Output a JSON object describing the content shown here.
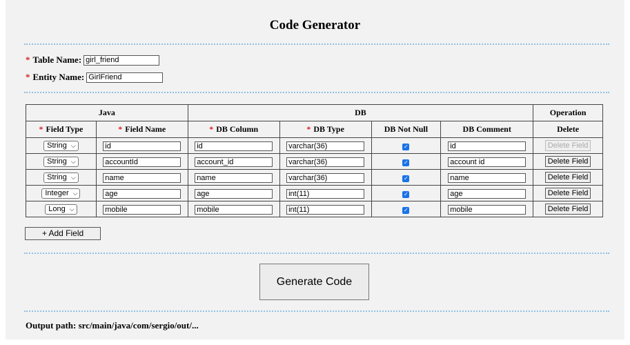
{
  "title": "Code Generator",
  "table_name": {
    "label": "Table Name:",
    "value": "girl_friend"
  },
  "entity_name": {
    "label": "Entity Name:",
    "value": "GirlFriend"
  },
  "required_mark": "*",
  "groups": {
    "java": "Java",
    "db": "DB",
    "operation": "Operation"
  },
  "columns": {
    "field_type": "Field Type",
    "field_name": "Field Name",
    "db_column": "DB Column",
    "db_type": "DB Type",
    "db_not_null": "DB Not Null",
    "db_comment": "DB Comment",
    "delete": "Delete"
  },
  "rows": [
    {
      "type": "String",
      "name": "id",
      "column": "id",
      "db_type": "varchar(36)",
      "not_null": true,
      "comment": "id",
      "delete_label": "Delete Field",
      "delete_disabled": true
    },
    {
      "type": "String",
      "name": "accountId",
      "column": "account_id",
      "db_type": "varchar(36)",
      "not_null": true,
      "comment": "account id",
      "delete_label": "Delete Field",
      "delete_disabled": false
    },
    {
      "type": "String",
      "name": "name",
      "column": "name",
      "db_type": "varchar(36)",
      "not_null": true,
      "comment": "name",
      "delete_label": "Delete Field",
      "delete_disabled": false
    },
    {
      "type": "Integer",
      "name": "age",
      "column": "age",
      "db_type": "int(11)",
      "not_null": true,
      "comment": "age",
      "delete_label": "Delete Field",
      "delete_disabled": false
    },
    {
      "type": "Long",
      "name": "mobile",
      "column": "mobile",
      "db_type": "int(11)",
      "not_null": true,
      "comment": "mobile",
      "delete_label": "Delete Field",
      "delete_disabled": false
    }
  ],
  "add_field_label": "+ Add Field",
  "generate_label": "Generate Code",
  "output_path": "Output path: src/main/java/com/sergio/out/...",
  "colors": {
    "required": "#dd2222",
    "divider": "#8ec0e6",
    "panel": "#f2f2f2"
  }
}
